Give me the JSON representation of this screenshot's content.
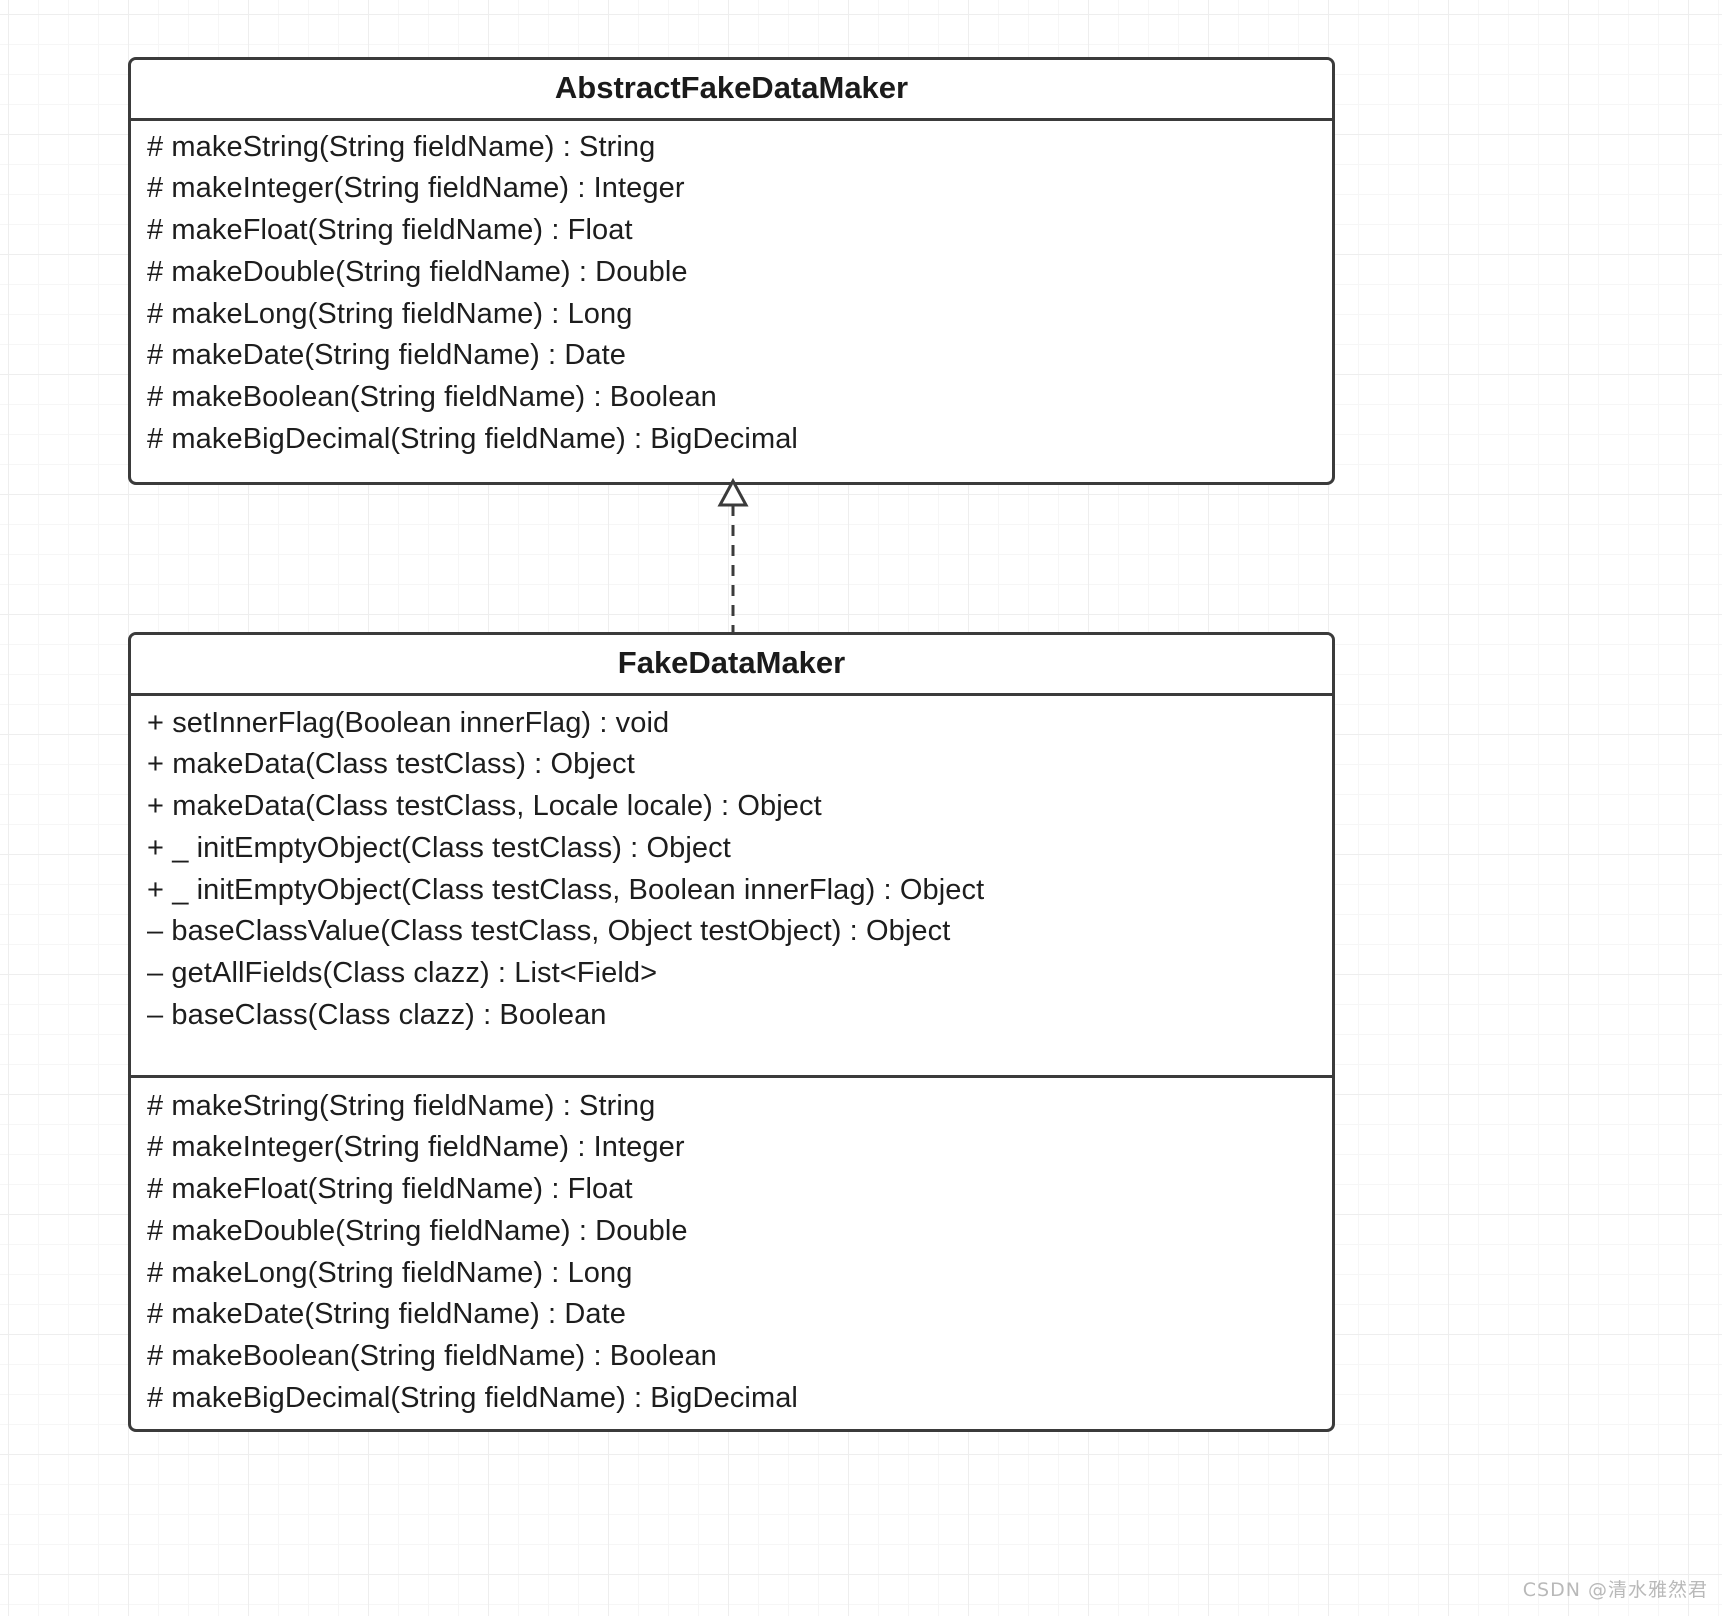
{
  "diagram": {
    "kind": "uml-class-diagram",
    "background": "#ffffff",
    "grid_color": "#eeeeee",
    "stroke_color": "#3b3b3b",
    "text_color": "#1d1d1d",
    "relationship": {
      "name": "generalization",
      "style": "dashed",
      "arrowhead": "hollow-triangle",
      "from": "FakeDataMaker",
      "to": "AbstractFakeDataMaker"
    }
  },
  "classes": [
    {
      "name": "AbstractFakeDataMaker",
      "compartments": [
        {
          "visibility": "protected",
          "members": [
            "# makeString(String fieldName) : String",
            "# makeInteger(String fieldName) : Integer",
            "# makeFloat(String fieldName) : Float",
            "# makeDouble(String fieldName) : Double",
            "# makeLong(String fieldName) : Long",
            "# makeDate(String fieldName) : Date",
            "# makeBoolean(String fieldName) : Boolean",
            "# makeBigDecimal(String fieldName) : BigDecimal"
          ]
        }
      ]
    },
    {
      "name": "FakeDataMaker",
      "compartments": [
        {
          "visibility": "public-private",
          "members": [
            "+ setInnerFlag(Boolean innerFlag) : void",
            "+ makeData(Class testClass) : Object",
            "+ makeData(Class testClass, Locale locale) : Object",
            "+ _ initEmptyObject(Class testClass) : Object",
            "+ _ initEmptyObject(Class testClass, Boolean innerFlag) : Object",
            "– baseClassValue(Class testClass, Object testObject) : Object",
            "– getAllFields(Class clazz) : List<Field>",
            "– baseClass(Class clazz) : Boolean"
          ]
        },
        {
          "visibility": "protected",
          "members": [
            "# makeString(String fieldName) : String",
            "# makeInteger(String fieldName) : Integer",
            "# makeFloat(String fieldName) : Float",
            "# makeDouble(String fieldName) : Double",
            "# makeLong(String fieldName) : Long",
            "# makeDate(String fieldName) : Date",
            "# makeBoolean(String fieldName) : Boolean",
            "# makeBigDecimal(String fieldName) : BigDecimal"
          ]
        }
      ]
    }
  ],
  "watermark": {
    "text": "CSDN @清水雅然君"
  }
}
